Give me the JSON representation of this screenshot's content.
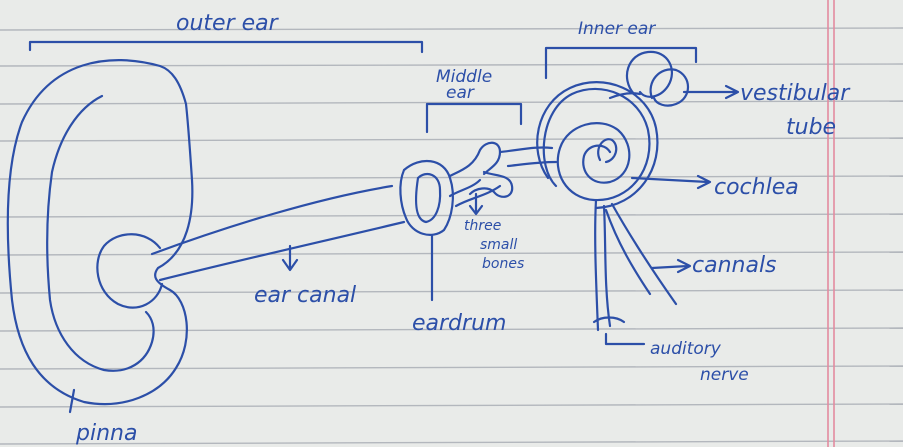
{
  "colors": {
    "paper": "#e9ebe9",
    "rule_line": "#b3b7bd",
    "margin_line": "#e38aa0",
    "ink": "#2c4fa8"
  },
  "labels": {
    "outer_ear": "outer ear",
    "middle_ear_1": "Middle",
    "middle_ear_2": "ear",
    "inner_ear": "Inner ear",
    "vestibular_tube_1": "vestibular",
    "vestibular_tube_2": "tube",
    "cochlea": "cochlea",
    "three_small_bones_1": "three",
    "three_small_bones_2": "small",
    "three_small_bones_3": "bones",
    "canals": "cannals",
    "ear_canal": "ear canal",
    "eardrum": "eardrum",
    "auditory_nerve_1": "auditory",
    "auditory_nerve_2": "nerve",
    "pinna": "pinna"
  }
}
